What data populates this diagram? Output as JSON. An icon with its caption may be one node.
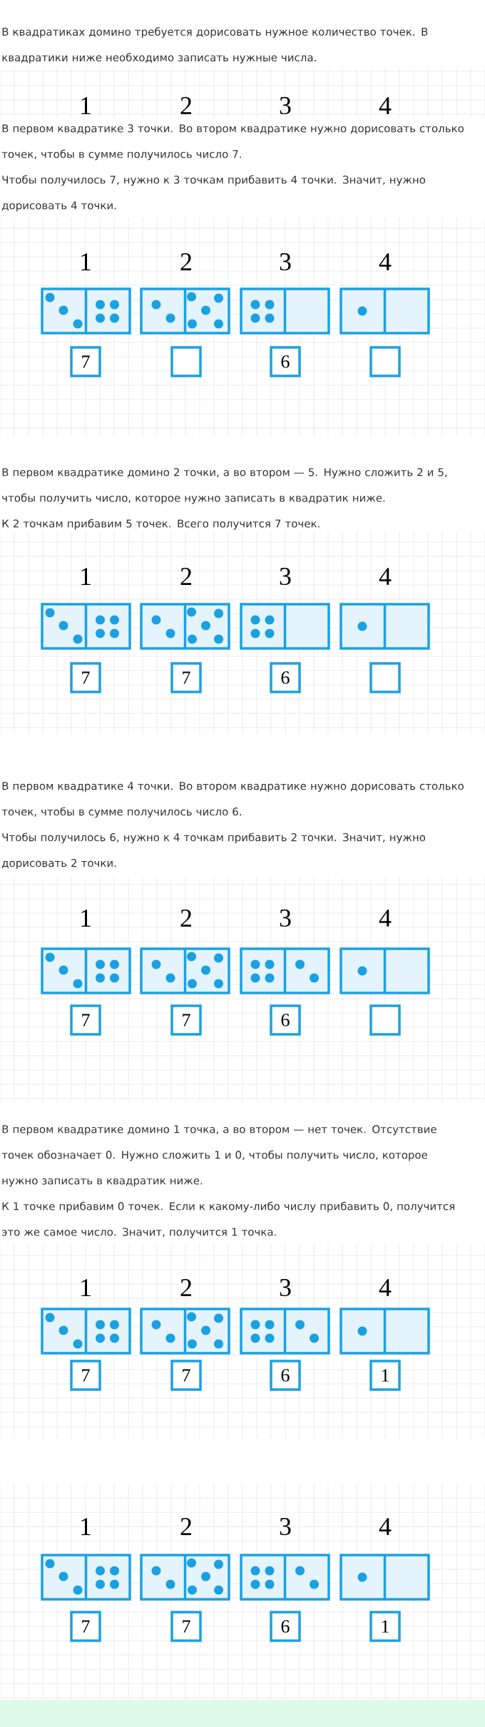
{
  "diagram": {
    "nodes": [
      {
        "text": [
          "7"
        ]
      },
      {
        "text": [],
        "shape": "box"
      },
      {
        "text": [
          "6"
        ]
      },
      {
        "text": [],
        "shape": "box"
      },
      {
        "text": [
          "7"
        ]
      },
      {
        "text": [
          "7"
        ]
      },
      {
        "text": [
          "6"
        ]
      },
      {
        "text": [],
        "shape": "box"
      },
      {
        "text": [
          "7"
        ]
      },
      {
        "text": [
          "7"
        ]
      },
      {
        "text": [
          "6"
        ]
      },
      {
        "text": [],
        "shape": "box"
      },
      {
        "text": [
          "7"
        ]
      },
      {
        "text": [
          "7"
        ]
      },
      {
        "text": [
          "6"
        ]
      },
      {
        "text": [
          "1"
        ]
      },
      {
        "text": [
          "7"
        ]
      },
      {
        "text": [
          "7"
        ]
      },
      {
        "text": [
          "6"
        ]
      },
      {
        "text": [
          "1"
        ]
      }
    ],
    "labels": [
      "В квадратиках домино требуется дорисовать нужное количество точек. В квадратики ниже необходимо записать нужные числа.",
      "1",
      "2",
      "3",
      "4",
      "В первом квадратике 3 точки. Во втором квадратике нужно дорисовать столько точек, чтобы в сумме получилось число 7.",
      "Чтобы получилось 7, нужно к 3 точкам прибавить 4 точки. Значит, нужно дорисовать 4 точки.",
      "1",
      "2",
      "3",
      "4",
      "В первом квадратике домино 2 точки, а во втором — 5. Нужно сложить 2 и 5, чтобы получить число, которое нужно записать в квадратик ниже.",
      "К 2 точкам прибавим 5 точек. Всего получится 7 точек.",
      "1",
      "2",
      "3",
      "4",
      "В первом квадратике 4 точки. Во втором квадратике нужно дорисовать столько точек, чтобы в сумме получилось число 6.",
      "Чтобы получилось 6, нужно к 4 точкам прибавить 2 точки. Значит, нужно дорисовать 2 точки.",
      "1",
      "2",
      "3",
      "4",
      "В первом квадратике домино 1 точка, а во втором — нет точек. Отсутствие точек обозначает 0. Нужно сложить 1 и 0, чтобы получить число, которое нужно записать в квадратик ниже.",
      "К 1 точке прибавим 0 точек. Если к какому-либо числу прибавить 0, получится это же самое число. Значит, получится 1 точка.",
      "1",
      "2",
      "3",
      "4",
      "1",
      "2",
      "3",
      "4"
    ]
  }
}
